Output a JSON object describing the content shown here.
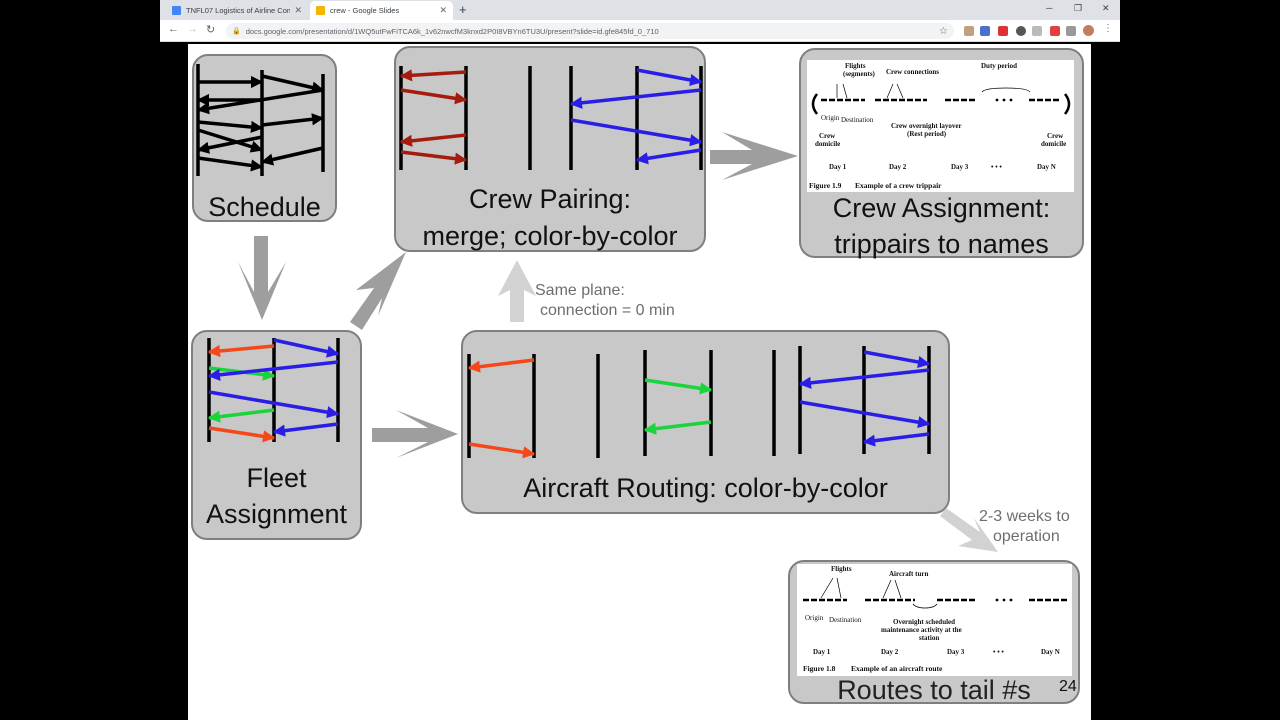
{
  "browser": {
    "tabs": [
      {
        "title": "TNFL07 Logistics of Airline Com",
        "active": false
      },
      {
        "title": "crew - Google Slides",
        "active": true
      }
    ],
    "url": "docs.google.com/presentation/d/1WQ5utFwFiTCA6k_1v62nwcfM3knxd2P0I8VBYn6TU3U/present?slide=id.gfe845fd_0_710"
  },
  "slide": {
    "boxes": {
      "schedule": "Schedule",
      "crew_pairing_line1": "Crew Pairing:",
      "crew_pairing_line2": "merge; color-by-color",
      "crew_assignment_line1": "Crew Assignment:",
      "crew_assignment_line2": "trippairs to names",
      "fleet_line1": "Fleet",
      "fleet_line2": "Assignment",
      "routing": "Aircraft Routing: color-by-color",
      "routes": "Routes to tail #s"
    },
    "notes": {
      "same_plane_line1": "Same plane:",
      "same_plane_line2": "connection = 0 min",
      "weeks_line1": "2-3 weeks to",
      "weeks_line2": "operation"
    },
    "page_number": "24",
    "crew_figure": {
      "flights": "Flights",
      "segments": "(segments)",
      "crew_connections": "Crew connections",
      "duty_period": "Duty period",
      "origin": "Origin",
      "destination": "Destination",
      "crew_domicile": "Crew",
      "crew_domicile2": "domicile",
      "overnight": "Crew overnight layover",
      "rest": "(Rest period)",
      "day1": "Day 1",
      "day2": "Day 2",
      "day3": "Day 3",
      "dayn": "Day N",
      "dots": "• • •",
      "caption_num": "Figure 1.9",
      "caption": "Example of a crew trippair"
    },
    "route_figure": {
      "flights": "Flights",
      "aircraft_turn": "Aircraft turn",
      "origin": "Origin",
      "destination": "Destination",
      "maint1": "Overnight scheduled",
      "maint2": "maintenance activity at the",
      "maint3": "station",
      "day1": "Day 1",
      "day2": "Day 2",
      "day3": "Day 3",
      "dayn": "Day N",
      "dots": "• • •",
      "caption_num": "Figure 1.8",
      "caption": "Example of an aircraft route"
    }
  }
}
